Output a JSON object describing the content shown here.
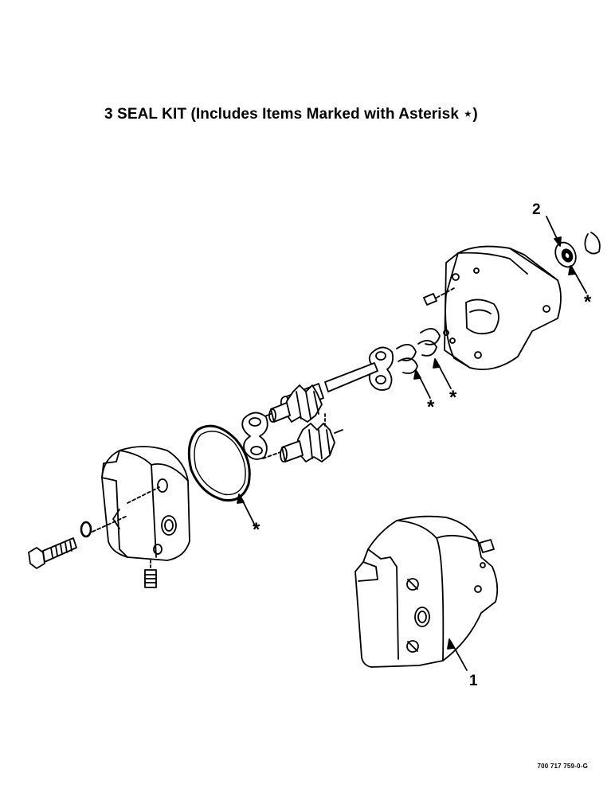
{
  "title": "3 SEAL KIT (Includes Items Marked with Asterisk ⋆)",
  "callouts": {
    "shaft_seal": "2",
    "pump_assembly": "1"
  },
  "asterisk": "*",
  "figure_code": "700 717 759-0-G"
}
